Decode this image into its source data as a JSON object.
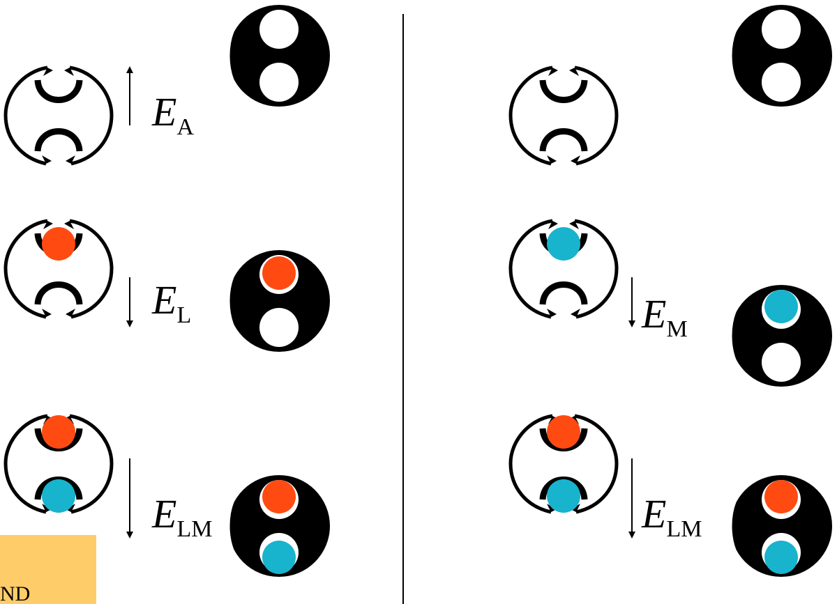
{
  "colors": {
    "ligand_red": "#ff4b12",
    "ligand_blue": "#18b3cc",
    "receptor": "#000000",
    "note_box": "#ffcc6a"
  },
  "energies": {
    "left_activation": {
      "symbol": "E",
      "subscript": "A",
      "direction": "up"
    },
    "left_ligand": {
      "symbol": "E",
      "subscript": "L",
      "direction": "down"
    },
    "left_both": {
      "symbol": "E",
      "subscript": "LM",
      "direction": "down"
    },
    "right_modulator": {
      "symbol": "E",
      "subscript": "M",
      "direction": "down"
    },
    "right_both": {
      "symbol": "E",
      "subscript": "LM",
      "direction": "down"
    }
  },
  "note": {
    "text": "ND"
  }
}
